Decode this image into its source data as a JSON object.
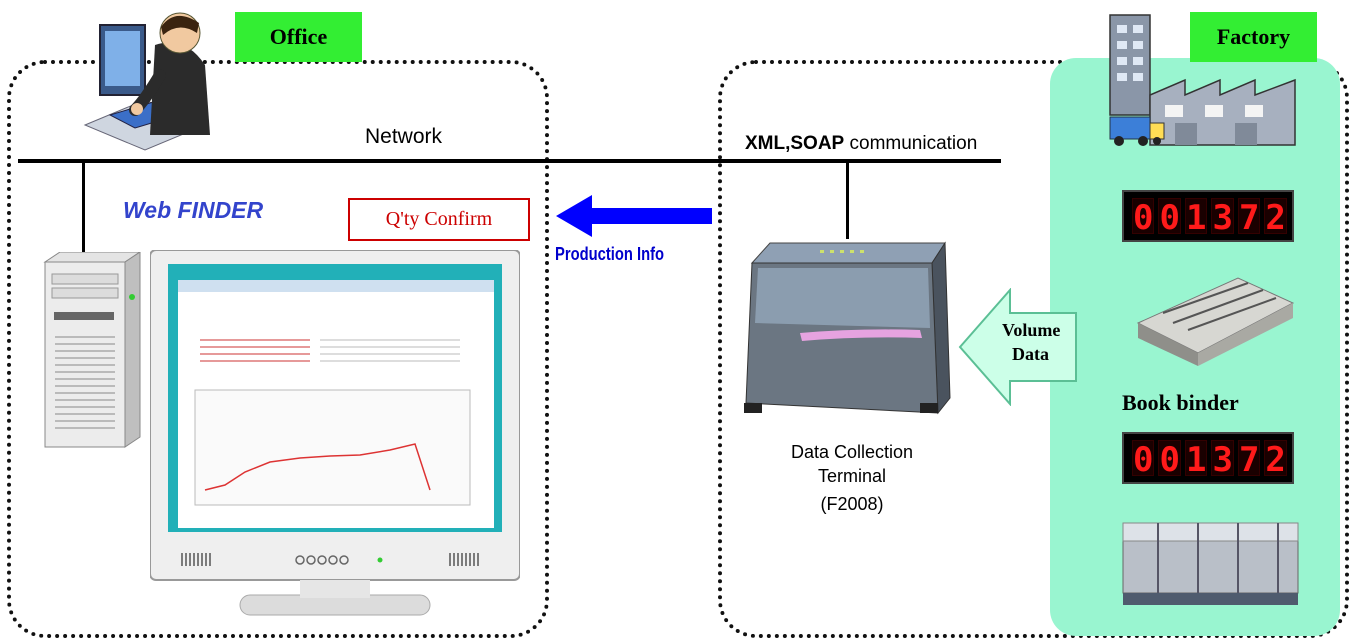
{
  "office": {
    "tag": "Office",
    "network_label": "Network",
    "web_finder_label": "Web FINDER",
    "qty_confirm_label": "Q'ty Confirm"
  },
  "flow": {
    "production_info_label": "Production Info",
    "volume_data_line1": "Volume",
    "volume_data_line2": "Data",
    "comm_label_bold": "XML,SOAP",
    "comm_label_rest": " communication"
  },
  "terminal": {
    "line1": "Data Collection",
    "line2": "Terminal",
    "line3": "(F2008)"
  },
  "factory": {
    "tag": "Factory",
    "counter1_digits": [
      "0",
      "0",
      "1",
      "3",
      "7",
      "2"
    ],
    "counter2_digits": [
      "0",
      "0",
      "1",
      "3",
      "7",
      "2"
    ],
    "book_binder_label": "Book binder"
  },
  "colors": {
    "tag_green": "#33ee33",
    "factory_panel": "#99f5d0",
    "arrow_blue": "#0000ff",
    "qty_red": "#cc0000",
    "volume_arrow": "#ccffe8"
  }
}
